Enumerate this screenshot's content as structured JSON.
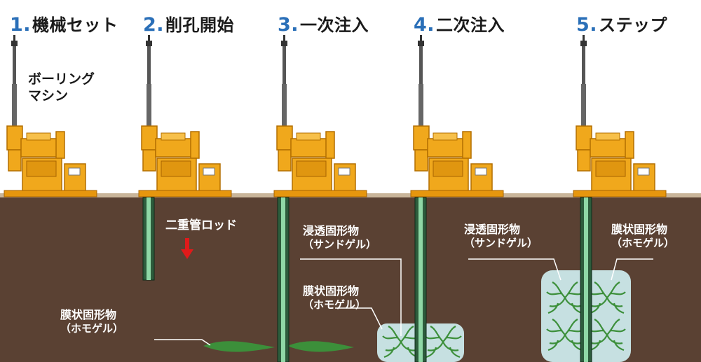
{
  "steps": [
    {
      "num": "1.",
      "title": "機械セット"
    },
    {
      "num": "2.",
      "title": "削孔開始"
    },
    {
      "num": "3.",
      "title": "一次注入"
    },
    {
      "num": "4.",
      "title": "二次注入"
    },
    {
      "num": "5.",
      "title": "ステップ"
    }
  ],
  "labels": {
    "boring_machine_line1": "ボーリング",
    "boring_machine_line2": "マシン",
    "double_pipe_rod": "二重管ロッド",
    "penetration": {
      "title": "浸透固形物",
      "sub": "（サンドゲル）"
    },
    "membrane": {
      "title": "膜状固形物",
      "sub": "（ホモゲル）"
    }
  },
  "colors": {
    "step_number": "#2a6fb8",
    "soil": "#5a4133",
    "machine": "#f0a81c",
    "pipe": "#1f7a3a",
    "grout_zone": "#cfeef0",
    "arrow": "#e01a1a"
  }
}
